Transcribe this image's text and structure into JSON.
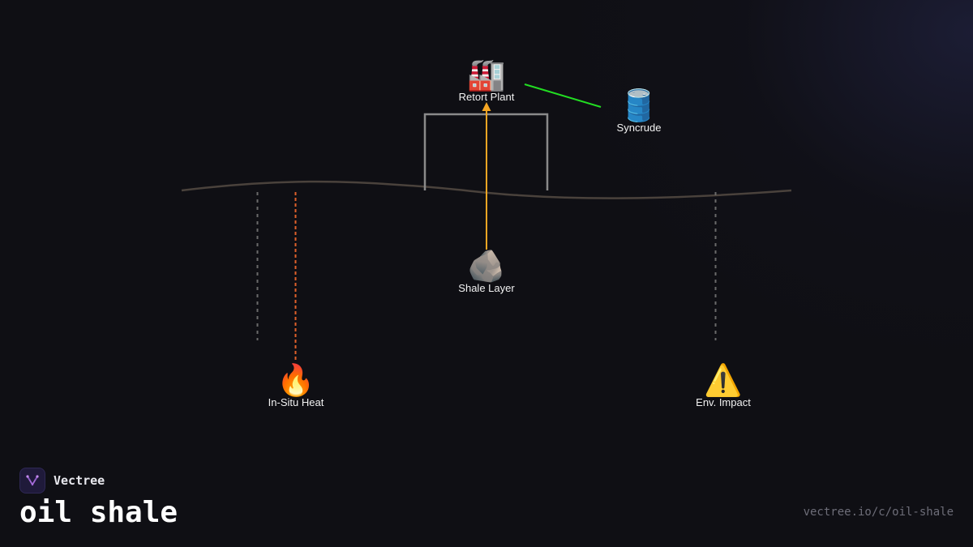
{
  "brand": {
    "name": "Vectree",
    "logo_icon": "vectree-logo-icon"
  },
  "title": "oil shale",
  "url": "vectree.io/c/oil-shale",
  "colors": {
    "background": "#0f0f14",
    "ground_line": "#4a423c",
    "plant_frame": "#8a8a8a",
    "upflow_arrow": "#f5a623",
    "syncrude_link": "#22dd22",
    "heat_line": "#e0602a",
    "dashed_gray": "#6a6a6a",
    "brand_purple": "#a46ad8"
  },
  "nodes": {
    "retort": {
      "icon": "factory-icon",
      "emoji": "🏭",
      "label": "Retort Plant"
    },
    "syncrude": {
      "icon": "oil-barrel-icon",
      "emoji": "🛢️",
      "label": "Syncrude"
    },
    "shale": {
      "icon": "rock-icon",
      "emoji": "🪨",
      "label": "Shale Layer"
    },
    "heat": {
      "icon": "fire-icon",
      "emoji": "🔥",
      "label": "In-Situ Heat"
    },
    "impact": {
      "icon": "warning-icon",
      "emoji": "⚠️",
      "label": "Env. Impact"
    }
  }
}
